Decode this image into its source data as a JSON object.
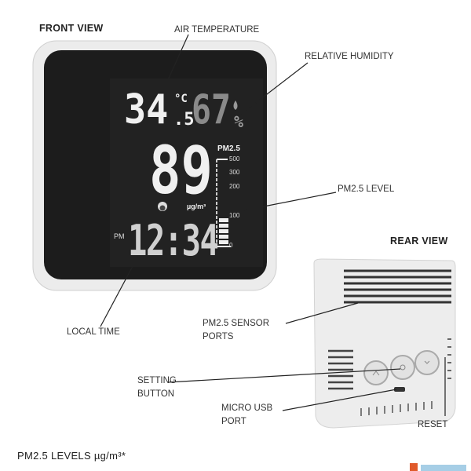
{
  "headings": {
    "front": "FRONT VIEW",
    "rear": "REAR VIEW",
    "levels": "PM2.5 LEVELS µg/m³*"
  },
  "callouts": {
    "air_temperature": "AIR TEMPERATURE",
    "relative_humidity": "RELATIVE HUMIDITY",
    "pm25_level": "PM2.5 LEVEL",
    "local_time": "LOCAL TIME",
    "sensor_ports_1": "PM2.5 SENSOR",
    "sensor_ports_2": "PORTS",
    "setting_1": "SETTING",
    "setting_2": "BUTTON",
    "usb_1": "MICRO USB",
    "usb_2": "PORT",
    "reset": "RESET"
  },
  "display": {
    "temperature": "34",
    "temperature_decimal": ".5",
    "temperature_unit": "°C",
    "humidity": "67",
    "humidity_unit": "%",
    "pm25_label": "PM2.5",
    "pm25_value": "89",
    "pm25_unit": "µg/m³",
    "scale": [
      "500",
      "300",
      "200",
      "100",
      "0"
    ],
    "ampm": "PM",
    "time": "12:34"
  },
  "colors": {
    "lcd_bg": "#1c1c1c",
    "lcd_text": "#f0f0f0",
    "lcd_dim": "#8a8a8a",
    "case": "#e9e9e9"
  }
}
